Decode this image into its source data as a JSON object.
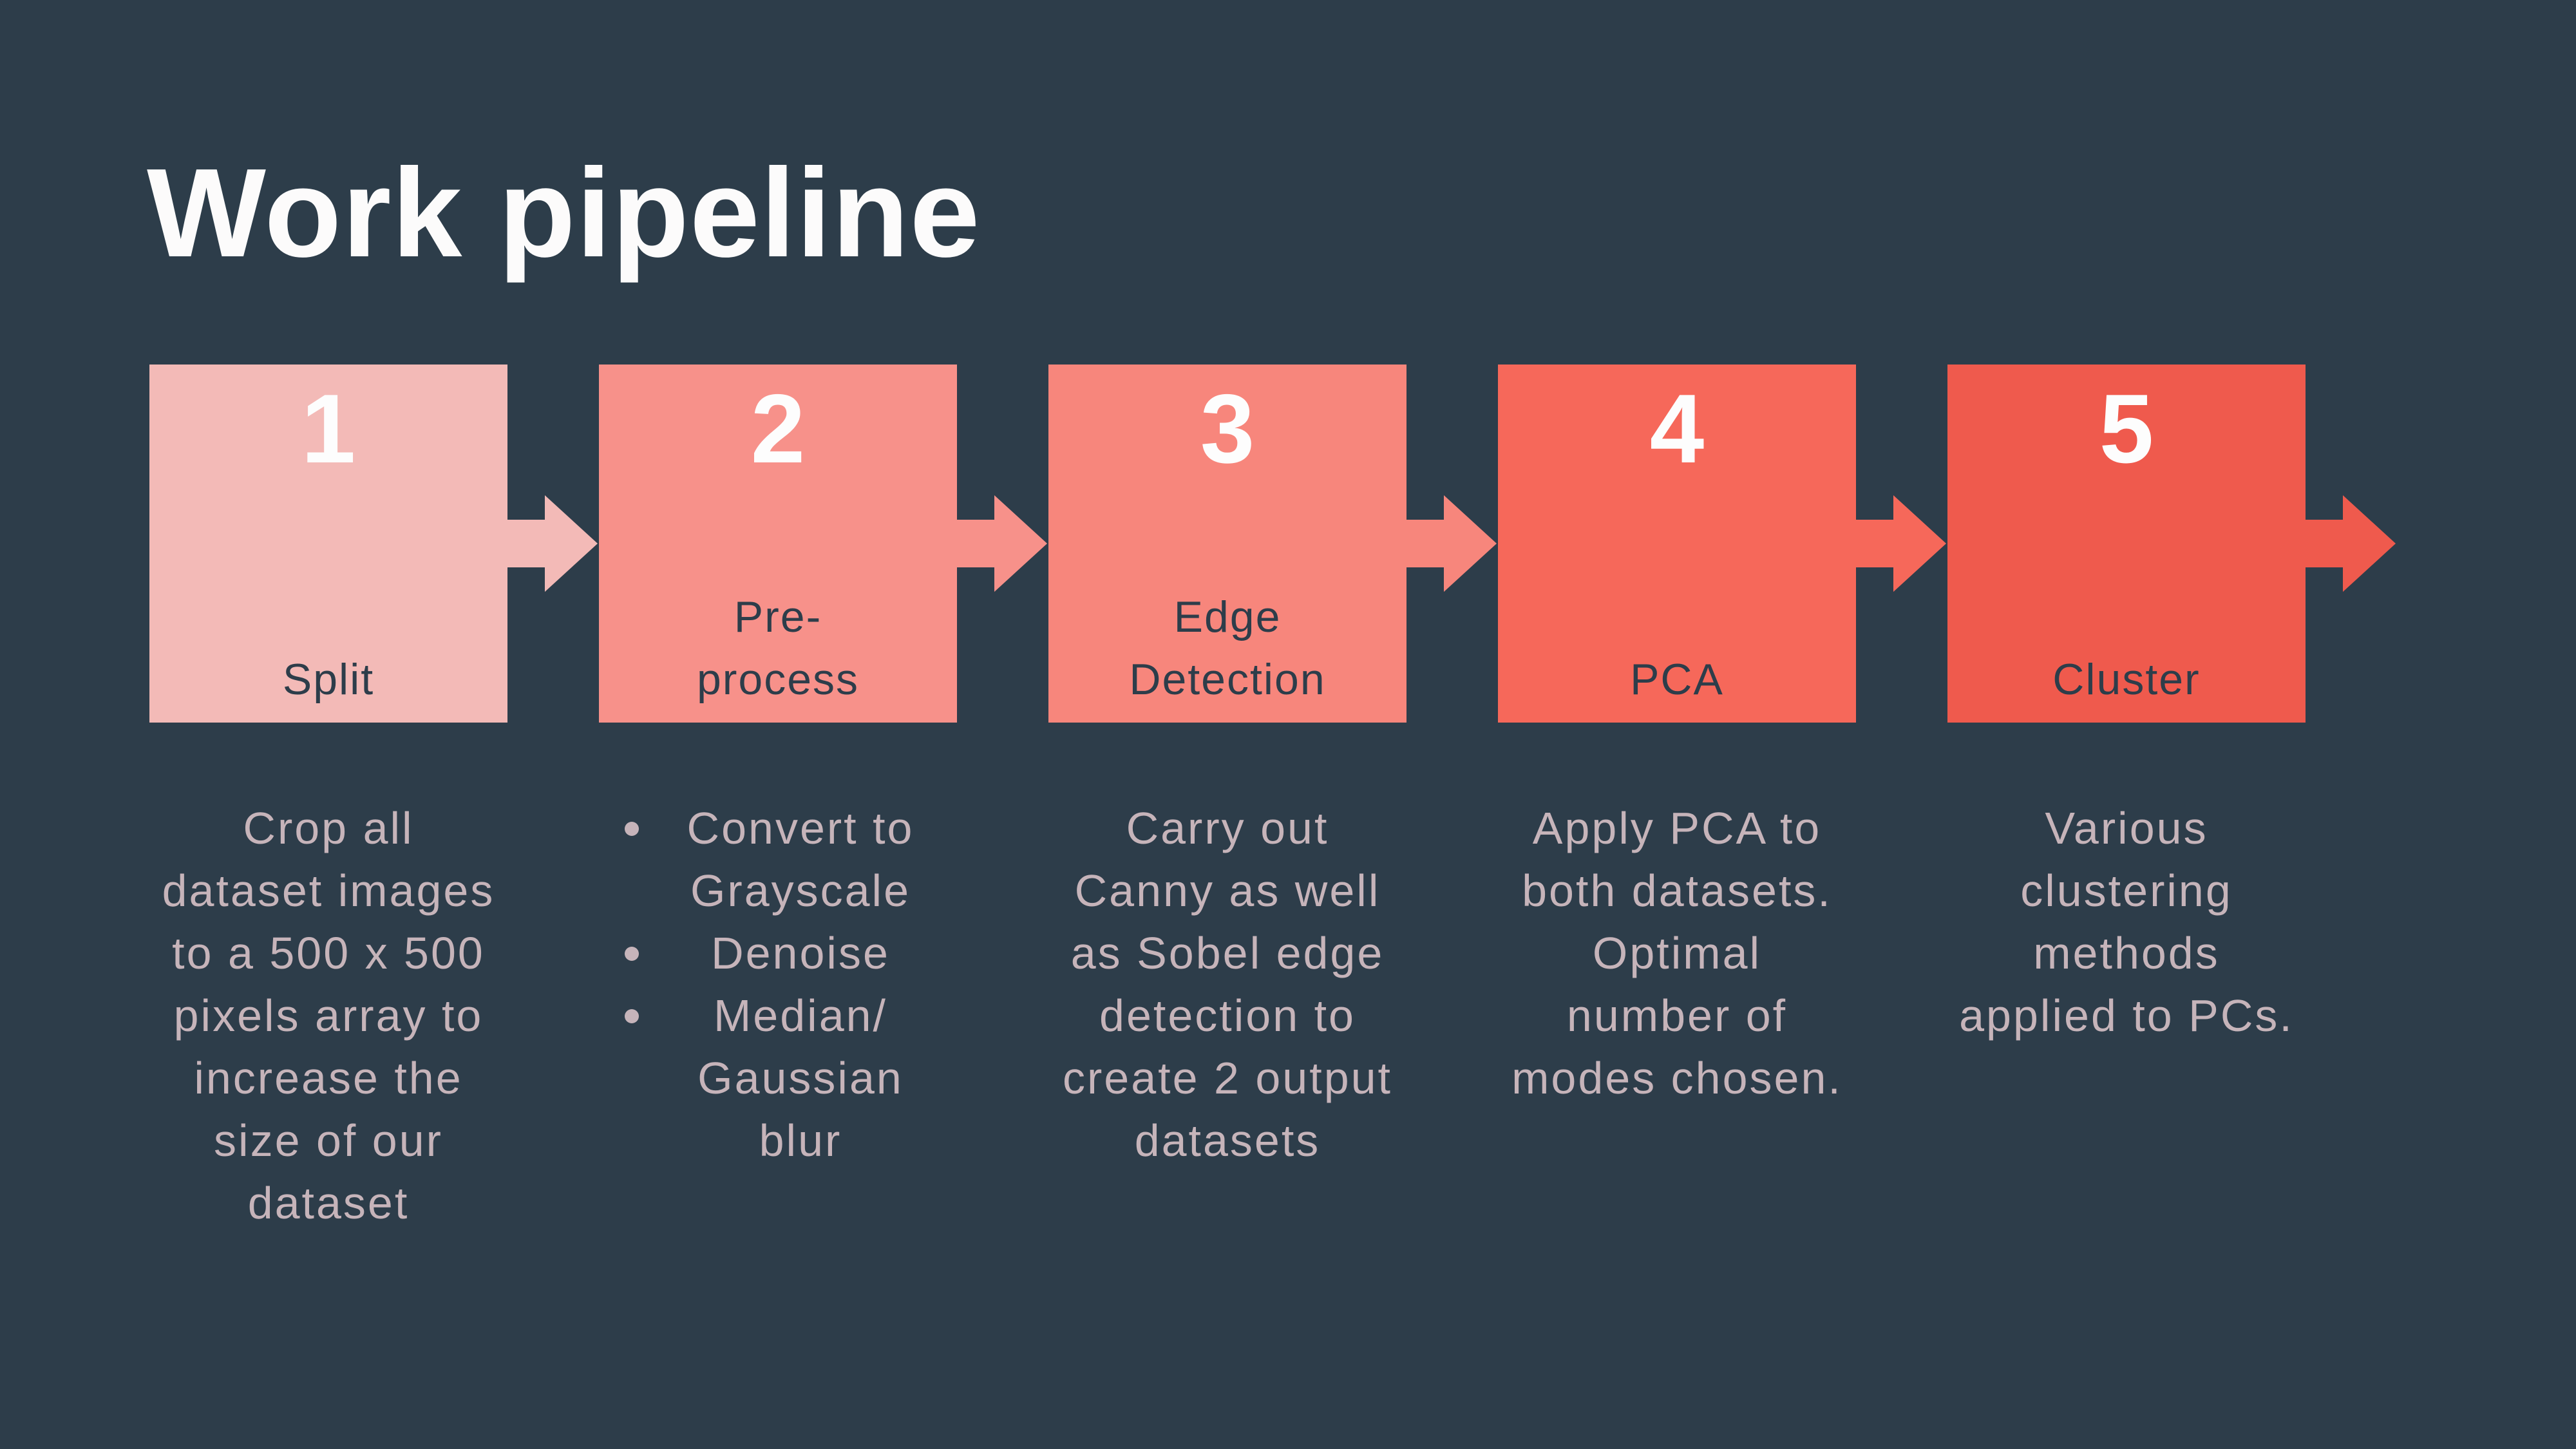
{
  "colors": {
    "background": "#2d3d4a",
    "title_text": "#fcfbfb",
    "number_text": "#fdfdfd",
    "label_text": "#2d3d4a",
    "description_text": "#c6b4ba"
  },
  "title": {
    "text": "Work pipeline"
  },
  "steps": [
    {
      "number": "1",
      "label_lines": [
        "Split"
      ],
      "color": "#f3bab7",
      "description": {
        "type": "paragraph",
        "lines": [
          "Crop all",
          "dataset images",
          "to a 500 x 500",
          "pixels array to",
          "increase the",
          "size of our",
          "dataset"
        ]
      }
    },
    {
      "number": "2",
      "label_lines": [
        "Pre-",
        "process"
      ],
      "color": "#f7918a",
      "description": {
        "type": "bullets",
        "items": [
          {
            "lines": [
              "Convert to",
              "Grayscale"
            ]
          },
          {
            "lines": [
              "Denoise"
            ]
          },
          {
            "lines": [
              "Median/",
              "Gaussian",
              "blur"
            ]
          }
        ]
      }
    },
    {
      "number": "3",
      "label_lines": [
        "Edge",
        "Detection"
      ],
      "color": "#f7867c",
      "description": {
        "type": "paragraph",
        "lines": [
          "Carry out",
          "Canny as well",
          "as Sobel edge",
          "detection to",
          "create 2 output",
          "datasets"
        ]
      }
    },
    {
      "number": "4",
      "label_lines": [
        "PCA"
      ],
      "color": "#f6685a",
      "description": {
        "type": "paragraph",
        "lines": [
          "Apply PCA to",
          "both datasets.",
          "Optimal",
          "number of",
          "modes chosen."
        ]
      }
    },
    {
      "number": "5",
      "label_lines": [
        "Cluster"
      ],
      "color": "#ef5a4d",
      "description": {
        "type": "paragraph",
        "lines": [
          "Various",
          "clustering",
          "methods",
          "applied to PCs."
        ]
      }
    }
  ],
  "layout": {
    "step_lefts": [
      232,
      930,
      1628,
      2326,
      3024
    ]
  }
}
